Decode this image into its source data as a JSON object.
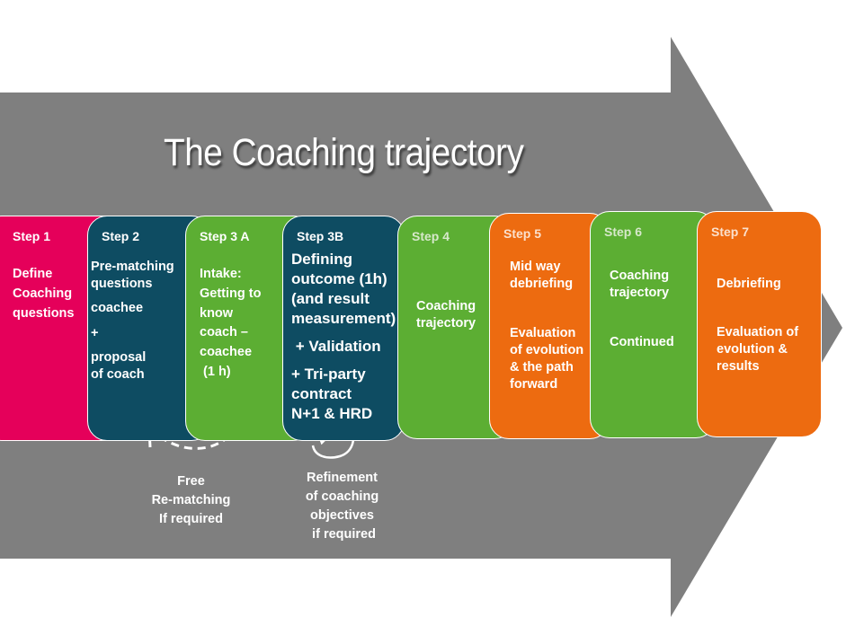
{
  "title": "The Coaching trajectory",
  "colors": {
    "arrow": "#7f7f7f",
    "pink": "#e5005a",
    "teal": "#0e4c62",
    "green": "#5cae33",
    "orange": "#ed6b10",
    "muted_label": "#d6e8ca"
  },
  "steps": [
    {
      "label": "Step 1",
      "lines": [
        "Define",
        "Coaching",
        "questions"
      ]
    },
    {
      "label": "Step 2",
      "lines": [
        "Pre-matching",
        "questions",
        "coachee",
        "+",
        "proposal",
        "of coach"
      ]
    },
    {
      "label": "Step 3 A",
      "lines": [
        "Intake:",
        "Getting to",
        "know",
        "coach –",
        "coachee",
        " (1 h)"
      ]
    },
    {
      "label": "Step 3B",
      "lines": [
        "Defining",
        "outcome (1h)",
        "(and result",
        "measurement)",
        " + Validation",
        "+ Tri-party",
        "contract",
        "N+1 & HRD"
      ]
    },
    {
      "label": "Step 4",
      "lines": [
        "Coaching",
        "trajectory"
      ]
    },
    {
      "label": "Step 5",
      "lines": [
        "Mid way",
        "debriefing",
        "Evaluation",
        "of evolution",
        "& the path",
        "forward"
      ]
    },
    {
      "label": "Step 6",
      "lines": [
        "Coaching",
        "trajectory",
        "Continued"
      ]
    },
    {
      "label": "Step 7",
      "lines": [
        "Debriefing",
        "Evaluation of",
        "evolution &",
        "results"
      ]
    }
  ],
  "notes": {
    "rematching": [
      "Free",
      "Re-matching",
      "If required"
    ],
    "refinement": [
      "Refinement",
      "of coaching",
      "objectives",
      " if required"
    ]
  }
}
